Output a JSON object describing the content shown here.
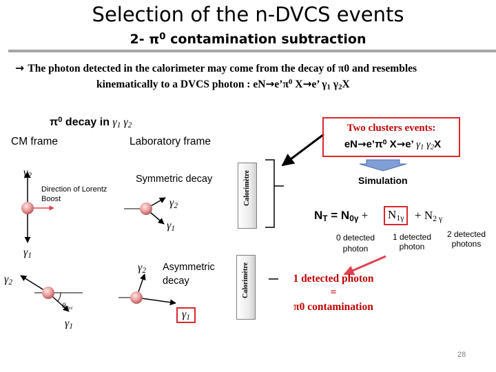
{
  "header": {
    "title": "Selection of the n-DVCS events",
    "subtitle_pre": "2- π",
    "subtitle_sup": "0",
    "subtitle_post": " contamination subtraction"
  },
  "intro": {
    "line1": "The photon detected in the calorimeter may come from the decay of  π0  and resembles",
    "line2_a": "kinematically to a DVCS photon :  eN",
    "line2_b": "e’π",
    "line2_sup": "0",
    "line2_c": " X",
    "line2_d": "e’  γ",
    "line2_e": "1",
    "line2_f": "  γ",
    "line2_g": "2",
    "line2_h": "X"
  },
  "decay": {
    "heading_a": "π",
    "heading_sup": "0",
    "heading_b": " decay in ",
    "heading_g1": "γ",
    "heading_s1": "1",
    "heading_g2": " γ",
    "heading_s2": "2",
    "cm_frame": "CM frame",
    "lab_frame": "Laboratory frame",
    "boost_label": "Direction of Lorentz Boost",
    "symmetric": "Symmetric decay",
    "asymmetric": "Asymmetric decay",
    "theta": "θ",
    "theta_sub": "dec",
    "gamma": "γ",
    "one": "1",
    "two": "2",
    "calorimeter": "Calorimètre"
  },
  "right": {
    "two_clusters": "Two clusters events:",
    "formula_a": "eN",
    "formula_b": "e’π",
    "formula_sup": "0",
    "formula_c": " X",
    "formula_d": "e’ ",
    "formula_e": "γ",
    "formula_f": "1",
    "formula_g": " γ",
    "formula_h": "2",
    "formula_i": "X",
    "simulation": "Simulation",
    "eq_nt": "N",
    "eq_nt_sub": "T",
    "eq_eq": " =  N",
    "eq_n0_sub": "0γ",
    "eq_plus1": " + ",
    "eq_n1": "N",
    "eq_n1_sub": "1γ",
    "eq_plus2": " +  N",
    "eq_n2_pre": "2",
    "eq_n2_sub": " γ",
    "zero_detected": "0 detected photon",
    "one_detected": "1 detected photon",
    "two_detected": "2 detected photons",
    "result_line1": "1 detected photon",
    "result_line2": "=",
    "result_line3": "π0 contamination"
  },
  "footer": {
    "page_number": "28"
  },
  "colors": {
    "red": "#d9272e",
    "dark_red": "#c00000",
    "blue_arrow": "#4f6fb0",
    "arrow_black": "#000000"
  }
}
